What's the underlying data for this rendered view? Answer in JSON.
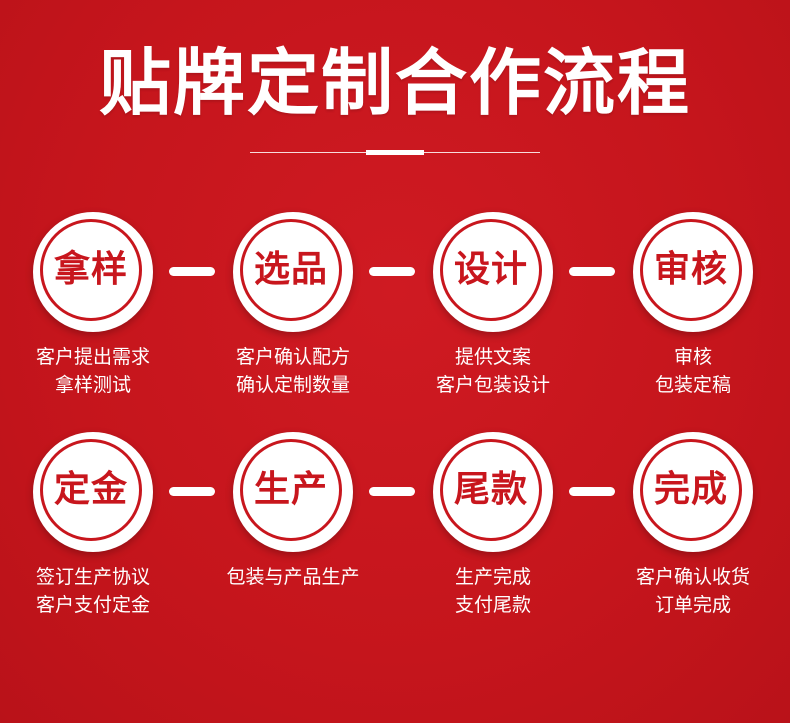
{
  "title": "贴牌定制合作流程",
  "colors": {
    "background": "#c8161d",
    "accent": "#c8161d",
    "text": "#ffffff"
  },
  "rows": [
    {
      "steps": [
        {
          "label": "拿样",
          "lines": [
            "客户提出需求",
            "拿样测试"
          ]
        },
        {
          "label": "选品",
          "lines": [
            "客户确认配方",
            "确认定制数量"
          ]
        },
        {
          "label": "设计",
          "lines": [
            "提供文案",
            "客户包装设计"
          ]
        },
        {
          "label": "审核",
          "lines": [
            "审核",
            "包装定稿"
          ]
        }
      ]
    },
    {
      "steps": [
        {
          "label": "定金",
          "lines": [
            "签订生产协议",
            "客户支付定金"
          ]
        },
        {
          "label": "生产",
          "lines": [
            "包装与产品生产"
          ]
        },
        {
          "label": "尾款",
          "lines": [
            "生产完成",
            "支付尾款"
          ]
        },
        {
          "label": "完成",
          "lines": [
            "客户确认收货",
            "订单完成"
          ]
        }
      ]
    }
  ]
}
